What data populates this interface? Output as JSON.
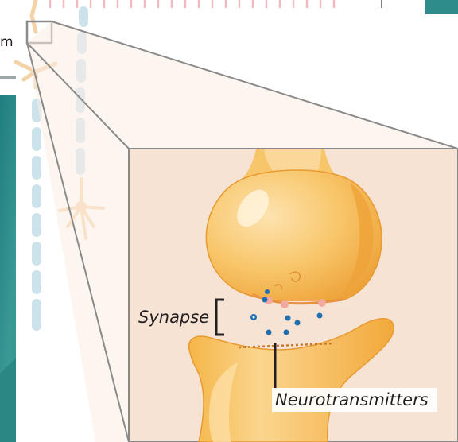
{
  "labels": {
    "synapse": "Synapse",
    "neurotransmitters": "Neurotransmitters",
    "partial_left": "m"
  },
  "icons": {
    "bracket": "bracket-icon",
    "zoom_box": "zoom-box-icon"
  },
  "colors": {
    "teal_background": "#2e8c8a",
    "panel_fill": "#f6e3d4",
    "neuron_orange": "#f6b94d",
    "neuron_light": "#fbd28c",
    "axon_blue": "#cde3ec",
    "vesicle_blue": "#1f6fb0",
    "frame_gray": "#8a8a8a"
  }
}
